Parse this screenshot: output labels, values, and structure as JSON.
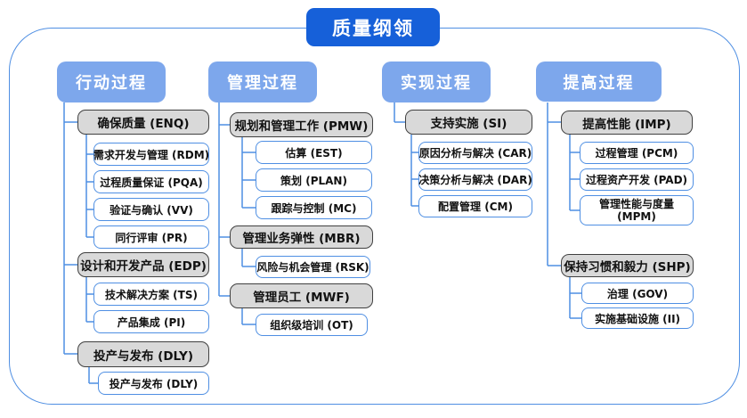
{
  "title": "质量纲领",
  "branches": [
    {
      "label": "行动过程",
      "groups": [
        {
          "label": "确保质量 (ENQ)",
          "children": [
            "需求开发与管理 (RDM)",
            "过程质量保证 (PQA)",
            "验证与确认 (VV)",
            "同行评审 (PR)"
          ]
        },
        {
          "label": "设计和开发产品 (EDP)",
          "children": [
            "技术解决方案 (TS)",
            "产品集成 (PI)"
          ]
        },
        {
          "label": "投产与发布 (DLY)",
          "children": [
            "投产与发布 (DLY)"
          ]
        }
      ]
    },
    {
      "label": "管理过程",
      "groups": [
        {
          "label": "规划和管理工作 (PMW)",
          "children": [
            "估算 (EST)",
            "策划 (PLAN)",
            "跟踪与控制 (MC)"
          ]
        },
        {
          "label": "管理业务弹性 (MBR)",
          "children": [
            "风险与机会管理 (RSK)"
          ]
        },
        {
          "label": "管理员工 (MWF)",
          "children": [
            "组织级培训 (OT)"
          ]
        }
      ]
    },
    {
      "label": "实现过程",
      "groups": [
        {
          "label": "支持实施 (SI)",
          "children": [
            "原因分析与解决 (CAR)",
            "决策分析与解决 (DAR)",
            "配置管理 (CM)"
          ]
        }
      ]
    },
    {
      "label": "提高过程",
      "groups": [
        {
          "label": "提高性能 (IMP)",
          "children": [
            "过程管理 (PCM)",
            "过程资产开发 (PAD)",
            "管理性能与度量 (MPM)"
          ]
        },
        {
          "label": "保持习惯和毅力 (SHP)",
          "children": [
            "治理 (GOV)",
            "实施基础设施 (II)"
          ]
        }
      ]
    }
  ],
  "colors": {
    "title_bg": "#1660d9",
    "branch_header_bg": "#7da7ec",
    "connector_line": "#4f8fe3",
    "group_node_bg": "#d9d9d9",
    "group_node_border": "#404040",
    "leaf_node_border": "#4f8fe3"
  }
}
